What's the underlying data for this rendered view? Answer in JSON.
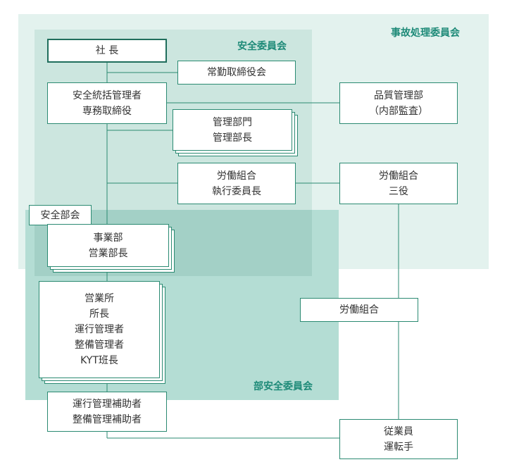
{
  "zones": {
    "accident": "事故処理委員会",
    "safety_committee": "安全委員会",
    "dept_safety_committee": "部安全委員会",
    "safety_dept": "安全部会"
  },
  "boxes": {
    "president": "社 長",
    "managing_directors": "常勤取締役会",
    "general_manager": [
      "安全統括管理者",
      "専務取締役"
    ],
    "quality_dept": [
      "品質管理部",
      "（内部監査）"
    ],
    "admin_dept": [
      "管理部門",
      "管理部長"
    ],
    "union_exec": [
      "労働組合",
      "執行委員長"
    ],
    "union_officers": [
      "労働組合",
      "三役"
    ],
    "business_dept": [
      "事業部",
      "営業部長"
    ],
    "office": [
      "営業所",
      "所長",
      "運行管理者",
      "整備管理者",
      "KYT班長"
    ],
    "union": "労働組合",
    "assistants": [
      "運行管理補助者",
      "整備管理補助者"
    ],
    "employees": [
      "従業員",
      "運転手"
    ]
  },
  "colors": {
    "accident_zone": "#e3f2ee",
    "safety_zone": "#cce6df",
    "dept_zone": "#b4ddd4",
    "overlap": "#a3d0c6",
    "line": "#2b8a72",
    "label": "#1e8a78"
  }
}
